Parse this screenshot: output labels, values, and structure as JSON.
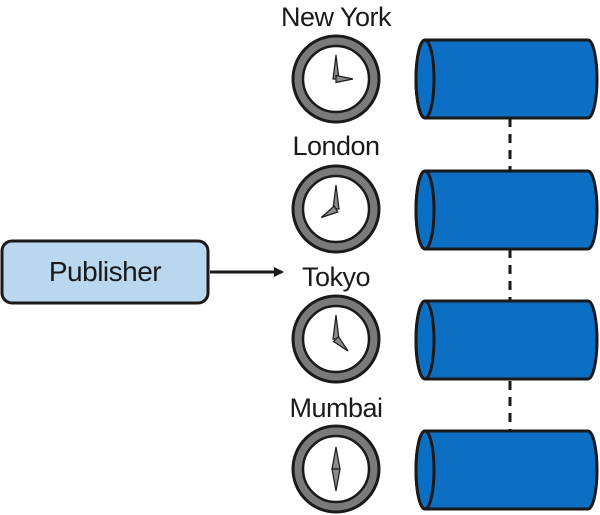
{
  "publisher": {
    "label": "Publisher"
  },
  "regions": [
    {
      "city": "New York",
      "clock_hour": 3.0,
      "clock_icon": "clock-icon"
    },
    {
      "city": "London",
      "clock_hour": 8.0,
      "clock_icon": "clock-icon"
    },
    {
      "city": "Tokyo",
      "clock_hour": 4.5,
      "clock_icon": "clock-icon"
    },
    {
      "city": "Mumbai",
      "clock_hour": 12.0,
      "clock_icon": "compass-icon"
    }
  ],
  "colors": {
    "publisher_fill": "#b9d7ef",
    "cylinder_fill": "#0c6fc3",
    "clock_ring": "#7a7a7a",
    "outline": "#1a1a1a"
  }
}
